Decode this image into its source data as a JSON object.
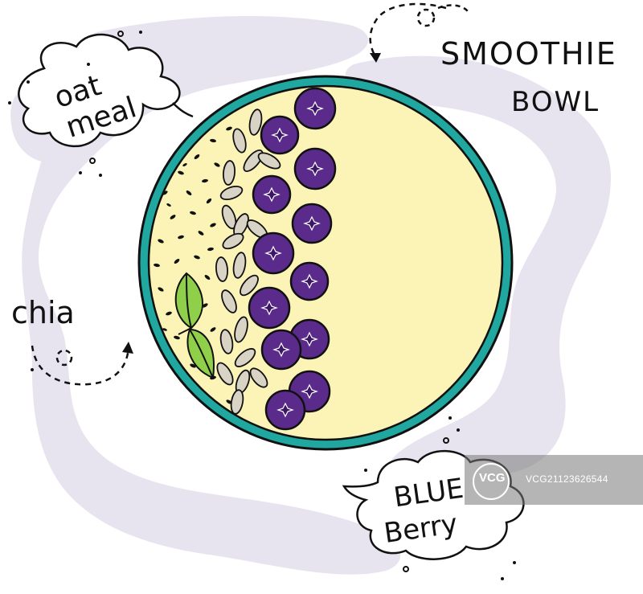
{
  "labels": {
    "title_line1": "SMOOTHIE",
    "title_line2": "BOWL",
    "oatmeal_line1": "oat",
    "oatmeal_line2": "meal",
    "chia": "chia",
    "blueberry_line1": "BLUE",
    "blueberry_line2": "Berry"
  },
  "watermark": {
    "brand": "VCG",
    "id": "VCG21123626544"
  },
  "colors": {
    "bowl_rim": "#1fa7a0",
    "smoothie": "#fbf4b6",
    "blueberry": "#5b2b8c",
    "oat": "#d9d3c5",
    "leaf": "#8fcf4a",
    "background_smear": "#e7e4ef"
  },
  "icons": [
    "speech-bubble-icon",
    "dashed-arrow-icon",
    "mint-leaf-icon",
    "blueberry-icon",
    "oat-flake-icon",
    "chia-seed-icon"
  ]
}
